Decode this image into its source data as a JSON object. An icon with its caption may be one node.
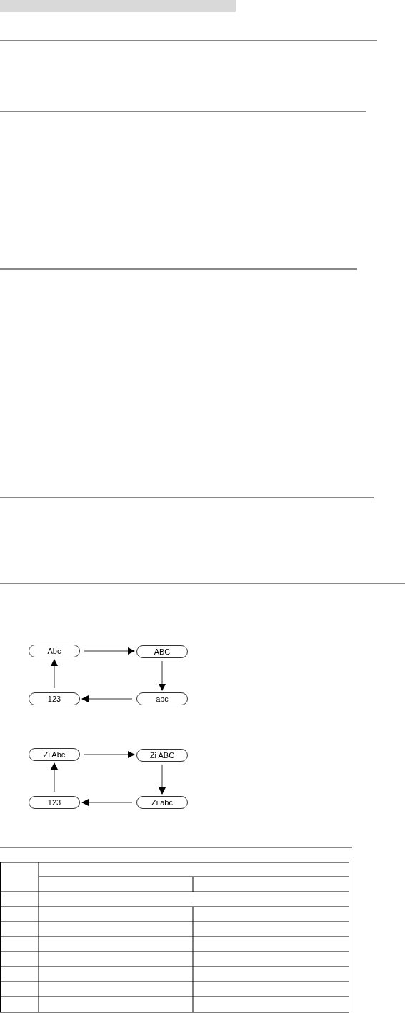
{
  "diagram": {
    "nodes": [
      {
        "text": [
          "Abc"
        ]
      },
      {
        "text": [
          "ABC"
        ]
      },
      {
        "text": [
          "abc"
        ]
      },
      {
        "text": [
          "123"
        ]
      },
      {
        "text": [
          "Zi Abc"
        ]
      },
      {
        "text": [
          "Zi ABC"
        ]
      },
      {
        "text": [
          "Zi abc"
        ]
      },
      {
        "text": [
          "123"
        ]
      }
    ],
    "edges": [
      {
        "from": 0,
        "to": 1,
        "arrow": "to"
      },
      {
        "from": 1,
        "to": 2,
        "arrow": "to"
      },
      {
        "from": 2,
        "to": 3,
        "arrow": "to"
      },
      {
        "from": 3,
        "to": 0,
        "arrow": "to"
      },
      {
        "from": 4,
        "to": 5,
        "arrow": "to"
      },
      {
        "from": 5,
        "to": 6,
        "arrow": "to"
      },
      {
        "from": 6,
        "to": 7,
        "arrow": "to"
      },
      {
        "from": 7,
        "to": 4,
        "arrow": "to"
      }
    ]
  }
}
